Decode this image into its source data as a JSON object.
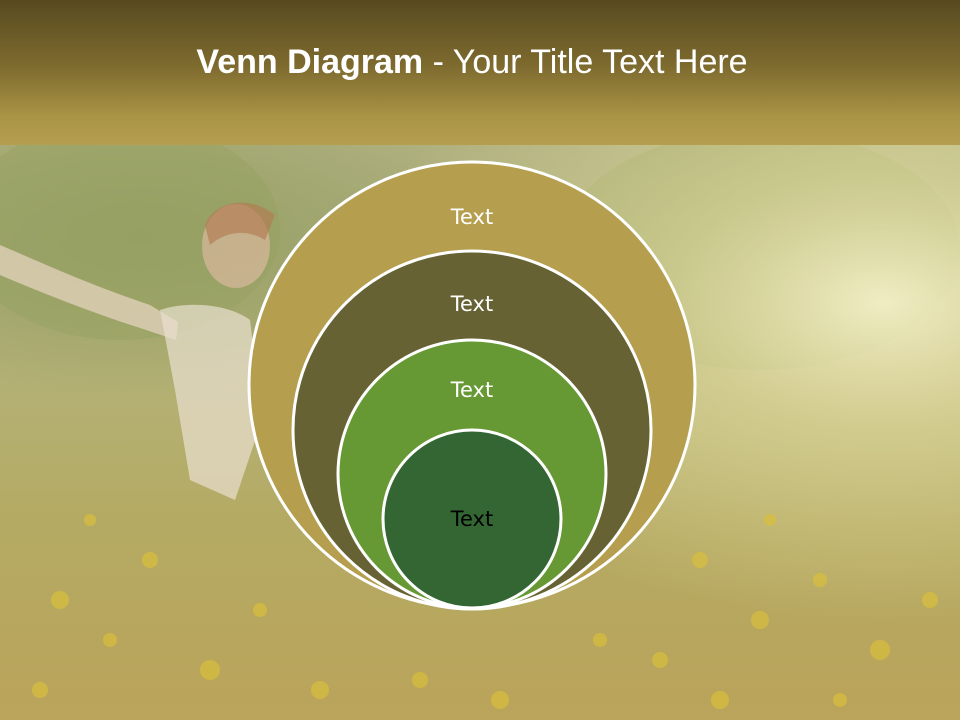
{
  "slide": {
    "title_bold": "Venn Diagram",
    "title_rest": " - Your Title Text Here"
  },
  "diagram": {
    "circles": [
      {
        "label": "Text",
        "fill": "#b59e4e",
        "text_color": "#ffffff"
      },
      {
        "label": "Text",
        "fill": "#666233",
        "text_color": "#ffffff"
      },
      {
        "label": "Text",
        "fill": "#669933",
        "text_color": "#ffffff"
      },
      {
        "label": "Text",
        "fill": "#336633",
        "text_color": "#000000"
      }
    ]
  },
  "colors": {
    "title_bar": "#7d6a2e",
    "circle_outline": "#ffffff"
  }
}
